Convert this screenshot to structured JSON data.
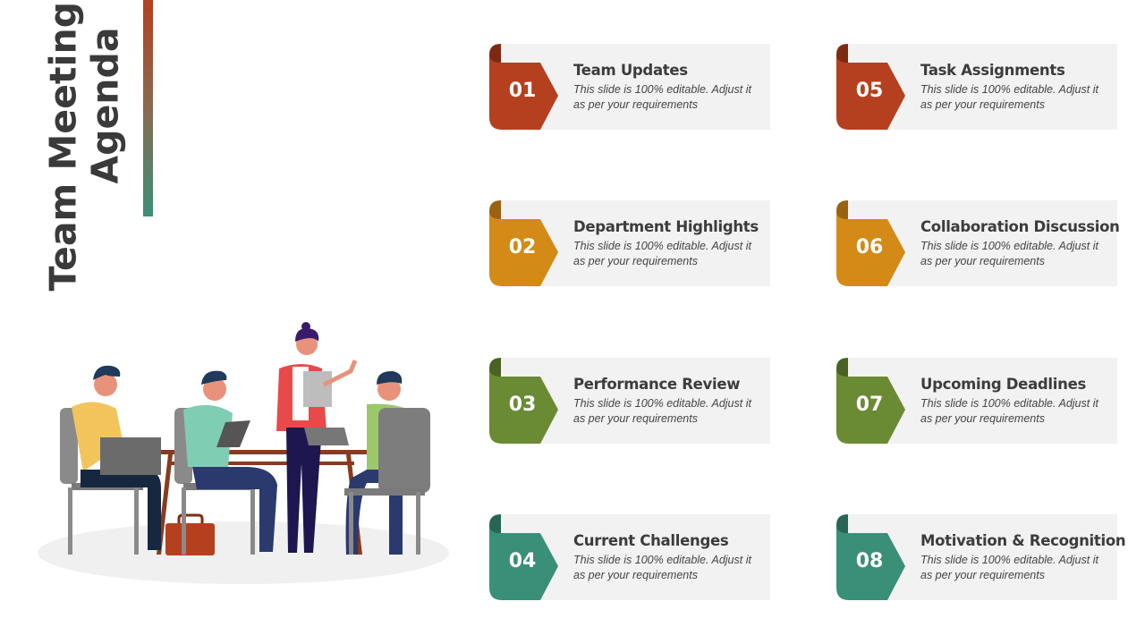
{
  "title": {
    "line1": "Team Meeting",
    "line2": "Agenda"
  },
  "items": [
    {
      "number": "01",
      "title": "Team Updates",
      "description": "This slide is 100% editable. Adjust it as per your requirements",
      "color": "#b5401f",
      "dark": "#7e2a13"
    },
    {
      "number": "02",
      "title": "Department Highlights",
      "description": "This slide is 100% editable. Adjust it as per your requirements",
      "color": "#d48a17",
      "dark": "#9a6210"
    },
    {
      "number": "03",
      "title": "Performance Review",
      "description": "This slide is 100% editable. Adjust it as per your requirements",
      "color": "#6a8a34",
      "dark": "#4a6322"
    },
    {
      "number": "04",
      "title": "Current Challenges",
      "description": "This slide is 100% editable. Adjust it as per your requirements",
      "color": "#3a8f78",
      "dark": "#276655"
    },
    {
      "number": "05",
      "title": "Task Assignments",
      "description": "This slide is 100% editable. Adjust it as per your requirements",
      "color": "#b5401f",
      "dark": "#7e2a13"
    },
    {
      "number": "06",
      "title": "Collaboration Discussion",
      "description": "This slide is 100% editable. Adjust it as per your requirements",
      "color": "#d48a17",
      "dark": "#9a6210"
    },
    {
      "number": "07",
      "title": "Upcoming Deadlines",
      "description": "This slide is 100% editable. Adjust it as per your requirements",
      "color": "#6a8a34",
      "dark": "#4a6322"
    },
    {
      "number": "08",
      "title": "Motivation & Recognition",
      "description": "This slide is 100% editable. Adjust it as per your requirements",
      "color": "#3a8f78",
      "dark": "#276655"
    }
  ]
}
